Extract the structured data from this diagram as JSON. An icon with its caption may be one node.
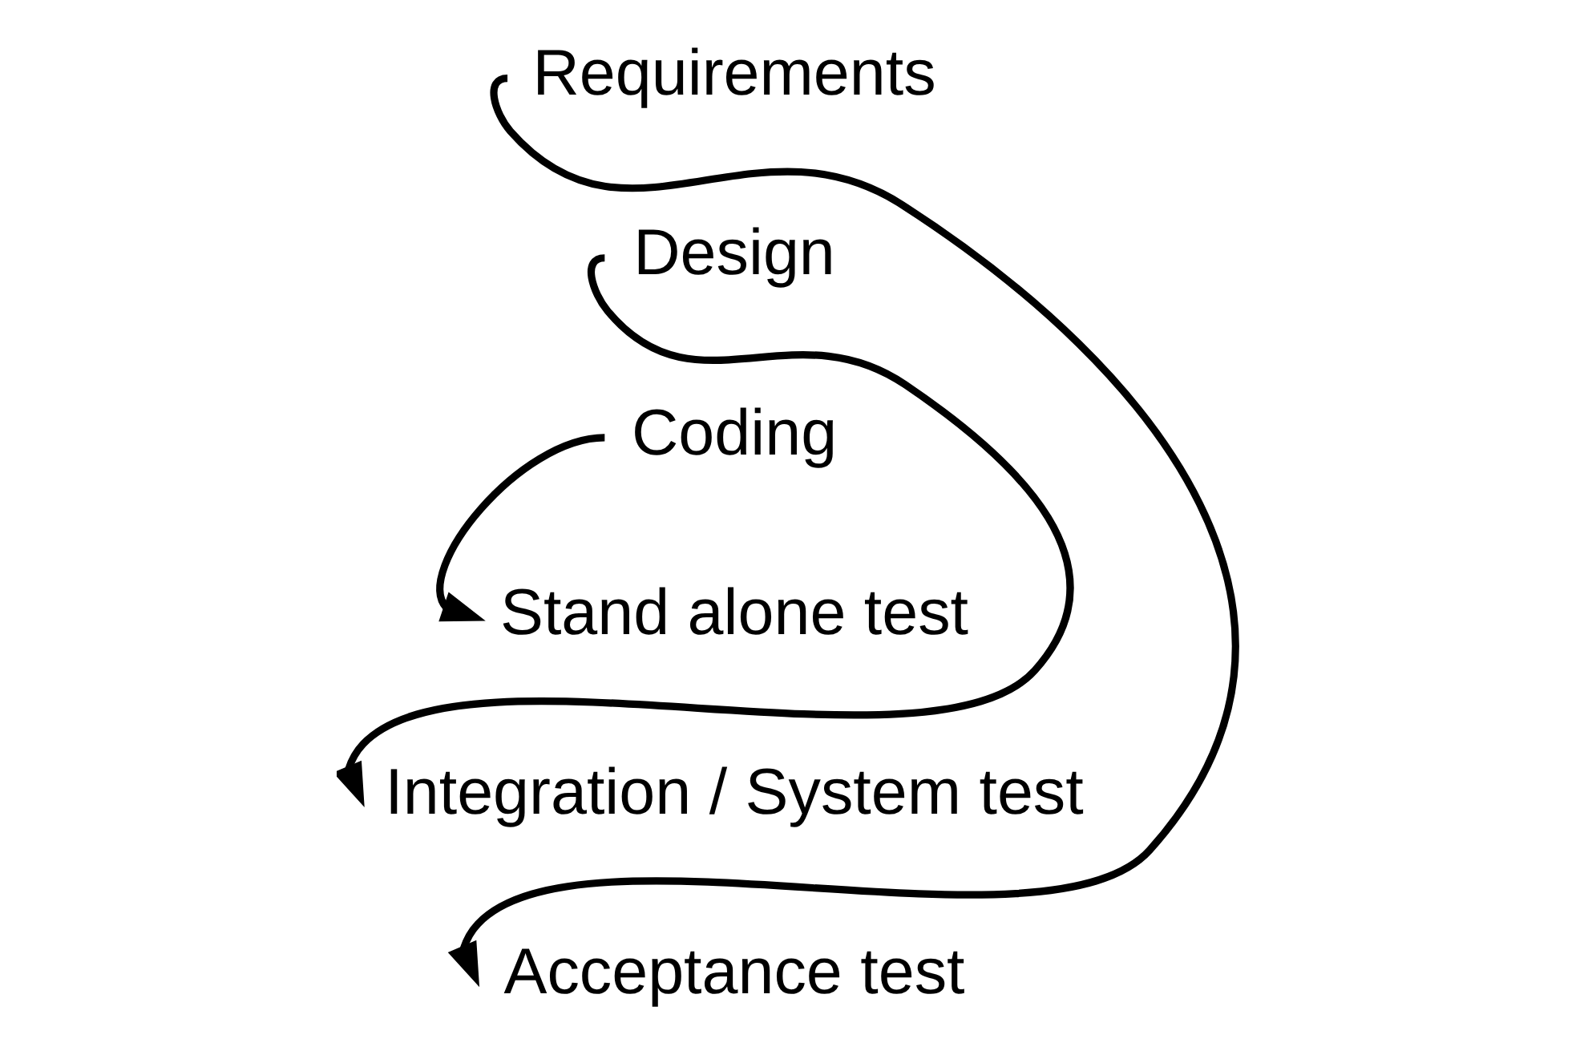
{
  "diagram": {
    "nodes": [
      {
        "text": [
          "Requirements"
        ]
      },
      {
        "text": [
          "Design"
        ]
      },
      {
        "text": [
          "Coding"
        ]
      },
      {
        "text": [
          "Stand alone test"
        ]
      },
      {
        "text": [
          "Integration / System test"
        ]
      },
      {
        "text": [
          "Acceptance test"
        ]
      }
    ],
    "edges": [
      {
        "from": 0,
        "to": 5,
        "arrow": "to"
      },
      {
        "from": 1,
        "to": 4,
        "arrow": "to"
      },
      {
        "from": 2,
        "to": 3,
        "arrow": "to"
      }
    ]
  }
}
